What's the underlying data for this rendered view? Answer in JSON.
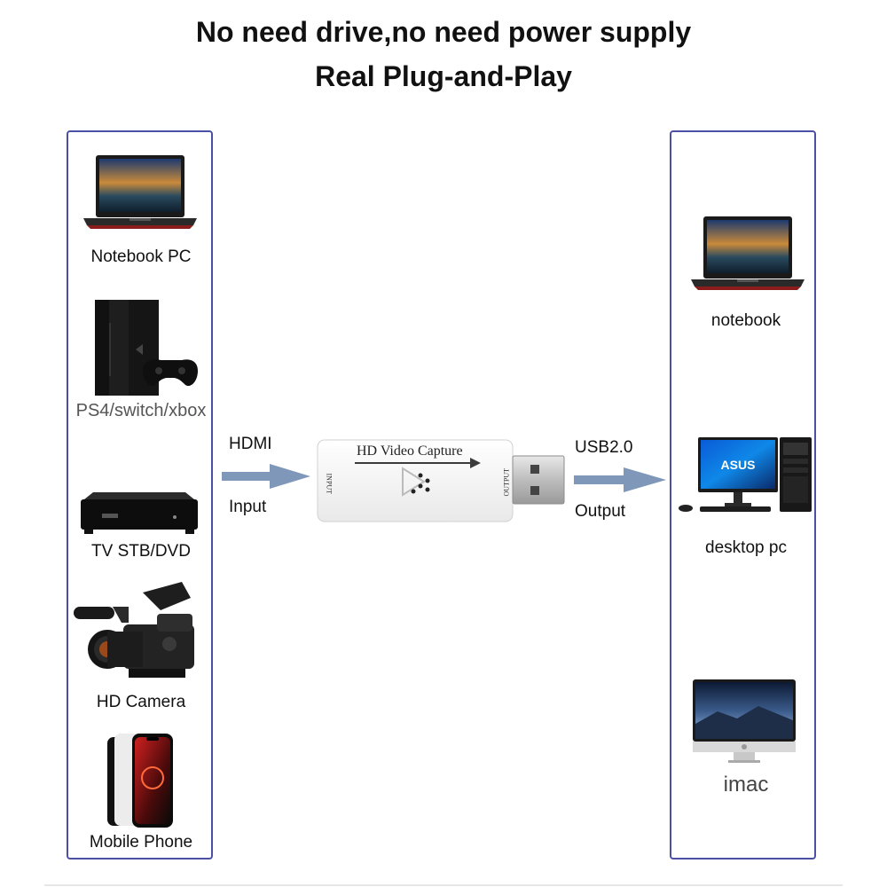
{
  "headline": {
    "line1": "No need drive,no need power supply",
    "line2": "Real Plug-and-Play"
  },
  "inputs": {
    "items": [
      {
        "label": "Notebook PC",
        "icon": "laptop-icon"
      },
      {
        "label": "PS4/switch/xbox",
        "icon": "game-console-icon"
      },
      {
        "label": "TV STB/DVD",
        "icon": "set-top-box-icon"
      },
      {
        "label": "HD Camera",
        "icon": "camcorder-icon"
      },
      {
        "label": "Mobile Phone",
        "icon": "smartphone-icon"
      }
    ]
  },
  "outputs": {
    "items": [
      {
        "label": "notebook",
        "icon": "laptop-icon"
      },
      {
        "label": "desktop pc",
        "icon": "desktop-pc-icon"
      },
      {
        "label": "imac",
        "icon": "imac-icon"
      }
    ]
  },
  "flow": {
    "input_port": "HDMI",
    "input_word": "Input",
    "output_port": "USB2.0",
    "output_word": "Output"
  },
  "device": {
    "title": "HD Video Capture",
    "input_label": "INPUT",
    "output_label": "OUTPUT",
    "brand_logo": "ASUS"
  },
  "colors": {
    "panel_border": "#4b4fa6",
    "arrow": "#7f97b8",
    "laptop_trim": "#8a1c1c"
  }
}
